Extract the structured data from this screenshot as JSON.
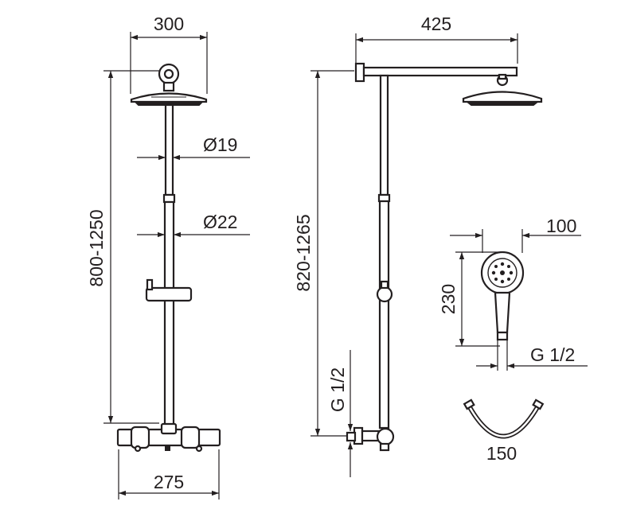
{
  "front_view": {
    "width_top": "300",
    "height_range": "800-1250",
    "pipe_upper_diameter": "Ø19",
    "pipe_lower_diameter": "Ø22",
    "valve_width": "275"
  },
  "side_view": {
    "arm_length": "425",
    "height_range": "820-1265",
    "inlet_thread": "G 1/2"
  },
  "hand_shower": {
    "head_diameter": "100",
    "length": "230",
    "thread": "G 1/2"
  },
  "hose": {
    "length": "150"
  }
}
